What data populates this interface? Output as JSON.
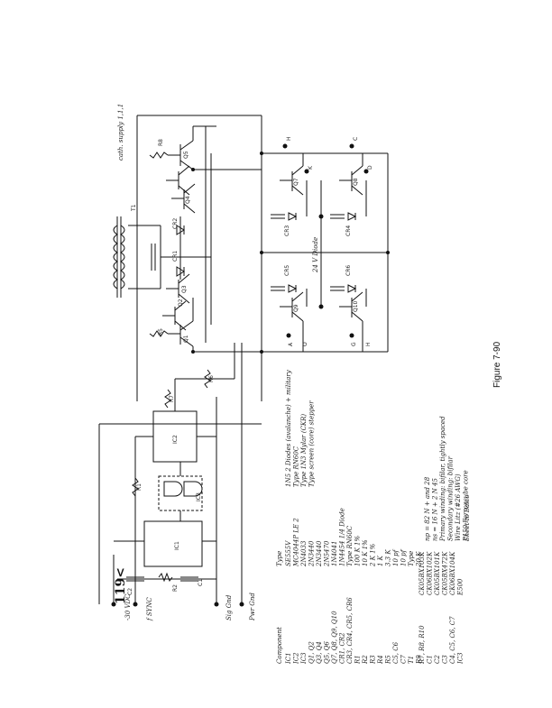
{
  "figure": {
    "caption": "Figure 7-90",
    "page_number": "119<"
  },
  "connectors": {
    "left_supply": "-30 VDC",
    "left_fsync": "f SYNC",
    "left_sig_gnd": "Sig Gnd",
    "left_pwr_gnd": "Pwr Gnd",
    "top_note": "cath. supply 1,1,1",
    "top_H": "H",
    "top_C": "C",
    "mid_D": "D",
    "mid_K": "K",
    "bottom_A": "A",
    "bottom_G": "G",
    "bottom_H": "H",
    "bottom_B": "B",
    "bottom_O": "O",
    "center_note": "24 V Diode"
  },
  "parts_list": {
    "header_component": "Component",
    "header_type": "Type",
    "rows": [
      {
        "component": "IC1",
        "type": "SE555V"
      },
      {
        "component": "IC2",
        "type": "MC4044P LE 2"
      },
      {
        "component": "IC3",
        "type": "2N4033"
      },
      {
        "component": "Q1, Q2",
        "type": "2N3440"
      },
      {
        "component": "Q3, Q4",
        "type": "2N3440"
      },
      {
        "component": "Q5, Q6",
        "type": "2N5470"
      },
      {
        "component": "Q7, Q8, Q9, Q10",
        "type": "1N4041"
      },
      {
        "component": "CR1, CR2",
        "type": "1N4454 1/4 Diode"
      },
      {
        "component": "CR3, CR4, CR5, CR6",
        "type": "Type RN60C"
      },
      {
        "component": "R1",
        "type": "100 K 1%"
      },
      {
        "component": "R2",
        "type": "10 K 1%"
      },
      {
        "component": "R3",
        "type": "2 K 1%"
      },
      {
        "component": "R4",
        "type": "1 K"
      },
      {
        "component": "R5",
        "type": "3.3 K"
      },
      {
        "component": "C5, C6",
        "type": "10 pf"
      },
      {
        "component": "C7",
        "type": "10 pf"
      },
      {
        "component": "T1",
        "type": "Type"
      },
      {
        "component": "R9",
        "type": "20 K"
      }
    ],
    "notes": [
      "1N5 2 Diodes (avalanche) + military",
      "Type RN60C",
      "Type 1N3 Mylar (CKR)",
      "Type screen (core) stepper",
      "np = 82 N  + and 28",
      "ns = 16 N  + 2 N 45",
      "Primary winding: bifilar, tightly spaced",
      "Secondary winding: bifilar",
      "Wire Litz  (#26 AWG)",
      "P150 Ferroxcube core",
      "Sheet to Balco"
    ],
    "bottom_rows": [
      {
        "component": "R7, R8, R10",
        "type": "CK05BX103K"
      },
      {
        "component": "C1",
        "type": "CK06BX102K"
      },
      {
        "component": "C2",
        "type": "CK05BX101K"
      },
      {
        "component": "C3",
        "type": "CK05BX472K"
      },
      {
        "component": "C4, C5, C6, C7",
        "type": "CK06BX104K"
      },
      {
        "component": "IC3",
        "type": "E500"
      }
    ]
  },
  "labels": {
    "ic1": "IC1",
    "ic2": "IC2",
    "ic3": "IC3",
    "t1": "T1",
    "q1": "Q1",
    "q2": "Q2",
    "q3": "Q3",
    "q4": "Q4",
    "q5": "Q5",
    "q6": "Q6",
    "q7": "Q7",
    "q8": "Q8",
    "q9": "Q9",
    "q10": "Q10",
    "r1": "R1",
    "r2": "R2",
    "r5": "R5",
    "r6": "R6",
    "r7": "R7",
    "r8": "R8",
    "c1": "C1",
    "c2": "C2",
    "cr1": "CR1",
    "cr2": "CR2",
    "cr3": "CR3",
    "cr4": "CR4",
    "cr5": "CR5",
    "cr6": "CR6"
  }
}
